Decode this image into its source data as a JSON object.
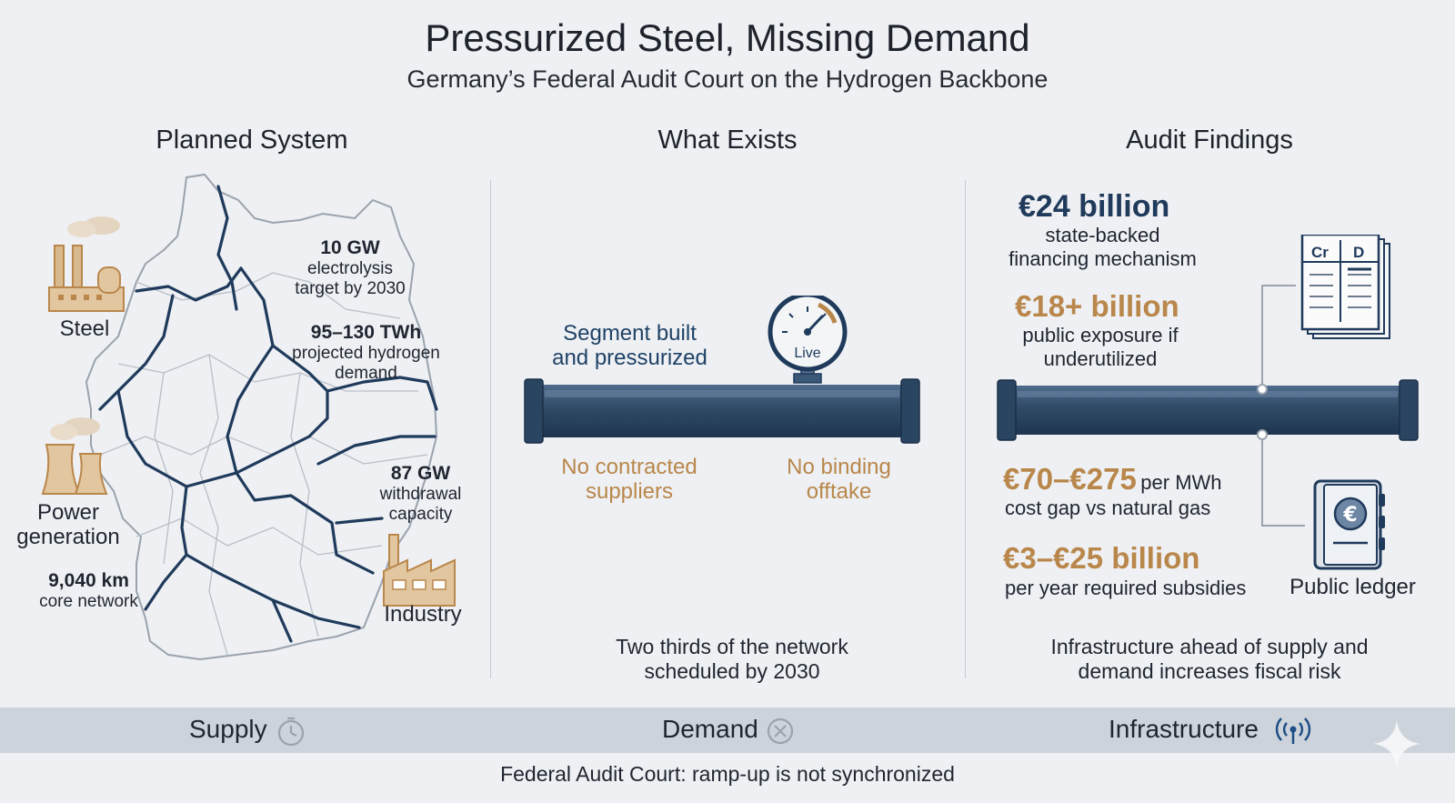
{
  "title": "Pressurized Steel, Missing Demand",
  "subtitle": "Germany’s Federal Audit Court on the Hydrogen Backbone",
  "columns": {
    "planned": "Planned System",
    "exists": "What Exists",
    "findings": "Audit Findings"
  },
  "planned": {
    "steel": "Steel",
    "power_line1": "Power",
    "power_line2": "generation",
    "industry": "Industry",
    "stat_gw_value": "10 GW",
    "stat_gw_line1": "electrolysis",
    "stat_gw_line2": "target by 2030",
    "stat_twh_value": "95–130 TWh",
    "stat_twh_line1": "projected hydrogen",
    "stat_twh_line2": "demand",
    "stat_withdrawal_value": "87 GW",
    "stat_withdrawal_line1": "withdrawal",
    "stat_withdrawal_line2": "capacity",
    "stat_km_value": "9,040 km",
    "stat_km_line1": "core network"
  },
  "exists": {
    "segment_line1": "Segment built",
    "segment_line2": "and pressurized",
    "gauge_label": "Live",
    "suppliers_line1": "No contracted",
    "suppliers_line2": "suppliers",
    "offtake_line1": "No binding",
    "offtake_line2": "offtake",
    "note_line1": "Two thirds of the network",
    "note_line2": "scheduled by 2030"
  },
  "findings": {
    "f1_value": "€24 billion",
    "f1_line1": "state-backed",
    "f1_line2": "financing mechanism",
    "f2_value": "€18+ billion",
    "f2_line1": "public exposure if",
    "f2_line2": "underutilized",
    "f3_value": "€70–€275",
    "f3_unit": "per MWh",
    "f3_line1": "cost gap vs natural gas",
    "f4_value": "€3–€25 billion",
    "f4_line1": "per year required subsidies",
    "ledger_cr": "Cr",
    "ledger_d": "D",
    "ledger_label": "Public ledger",
    "note_line1": "Infrastructure ahead of supply and",
    "note_line2": "demand increases fiscal risk"
  },
  "footer": {
    "supply": "Supply",
    "demand": "Demand",
    "infrastructure": "Infrastructure",
    "note": "Federal Audit Court: ramp-up is not synchronized"
  },
  "colors": {
    "navy": "#1f3a5b",
    "pipe": "#2f4a66",
    "gold": "#b9874b",
    "background": "#eef0f3",
    "footer_band": "#ccd3db"
  }
}
